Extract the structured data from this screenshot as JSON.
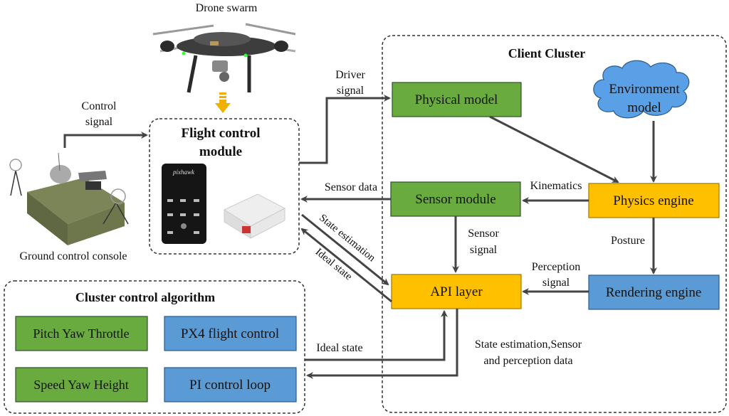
{
  "colors": {
    "green": "#6aab3f",
    "blue": "#5b9bd5",
    "orange": "#ffc000",
    "cloud": "#5aa0e6",
    "arrow": "#444444",
    "drone_arrow": "#f0b000"
  },
  "titles": {
    "drone_swarm": "Drone swarm",
    "flight_control_line1": "Flight control",
    "flight_control_line2": "module",
    "client_cluster": "Client Cluster",
    "cluster_control": "Cluster control algorithm",
    "ground_console": "Ground control console"
  },
  "nodes": {
    "physical_model": "Physical model",
    "environment_line1": "Environment",
    "environment_line2": "model",
    "sensor_module": "Sensor module",
    "physics_engine": "Physics engine",
    "api_layer": "API layer",
    "rendering_engine": "Rendering engine",
    "pitch_yaw_throttle": "Pitch Yaw Throttle",
    "px4": "PX4 flight control",
    "speed_yaw_height": "Speed Yaw Height",
    "pi_loop": "PI control loop"
  },
  "edges": {
    "control_signal_1": "Control",
    "control_signal_2": "signal",
    "driver_signal_1": "Driver",
    "driver_signal_2": "signal",
    "sensor_data": "Sensor data",
    "kinematics": "Kinematics",
    "state_estimation": "State estimation",
    "ideal_state_diag": "Ideal state",
    "sensor_signal_1": "Sensor",
    "sensor_signal_2": "signal",
    "posture": "Posture",
    "perception_1": "Perception",
    "perception_2": "signal",
    "ideal_state": "Ideal state",
    "return_1": "State estimation,Sensor",
    "return_2": "and perception data"
  },
  "device_labels": {
    "pixhawk": "pixhawk"
  }
}
